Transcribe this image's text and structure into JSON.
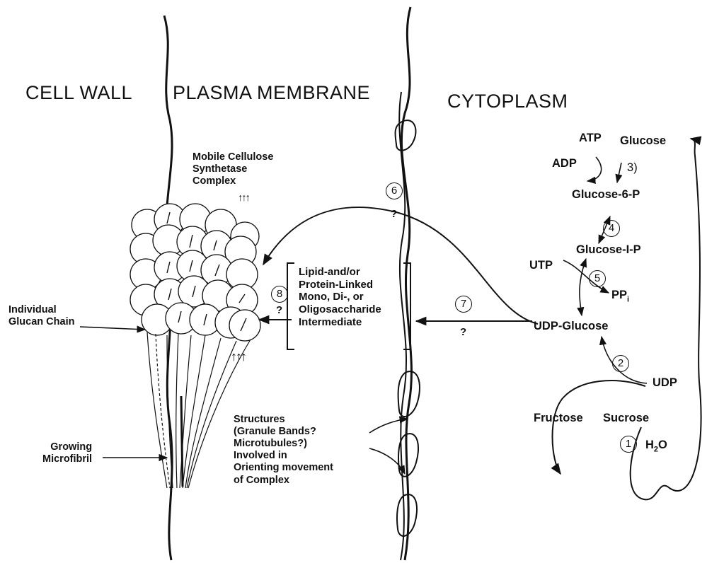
{
  "regions": {
    "cell_wall": "CELL WALL",
    "plasma_membrane": "PLASMA MEMBRANE",
    "cytoplasm": "CYTOPLASM"
  },
  "labels": {
    "mobile_complex": [
      "Mobile Cellulose",
      "Synthetase",
      "Complex"
    ],
    "individual_glucan": [
      "Individual",
      "Glucan Chain"
    ],
    "growing_microfibril": [
      "Growing",
      "Microfibril"
    ],
    "intermediate": [
      "Lipid-and/or",
      "Protein-Linked",
      "Mono, Di-, or",
      "Oligosaccharide",
      "Intermediate"
    ],
    "structures": [
      "Structures",
      "(Granule Bands?",
      "Microtubules?)",
      "Involved in",
      "Orienting movement",
      "of Complex"
    ]
  },
  "metabolites": {
    "atp": "ATP",
    "glucose": "Glucose",
    "adp": "ADP",
    "glucose_6_p": "Glucose-6-P",
    "glucose_1_p": "Glucose-I-P",
    "utp": "UTP",
    "pp": "PP",
    "pp_sub": "i",
    "udp_glucose": "UDP-Glucose",
    "udp": "UDP",
    "fructose": "Fructose",
    "sucrose": "Sucrose",
    "h2o_h": "H",
    "h2o_2": "2",
    "h2o_o": "O"
  },
  "steps": {
    "s1": "1",
    "s2": "2",
    "s3": "3",
    "s4": "4",
    "s5": "5",
    "s6": "6",
    "s7": "7",
    "s8": "8"
  },
  "question": "?",
  "up_arrows": "↑↑↑"
}
